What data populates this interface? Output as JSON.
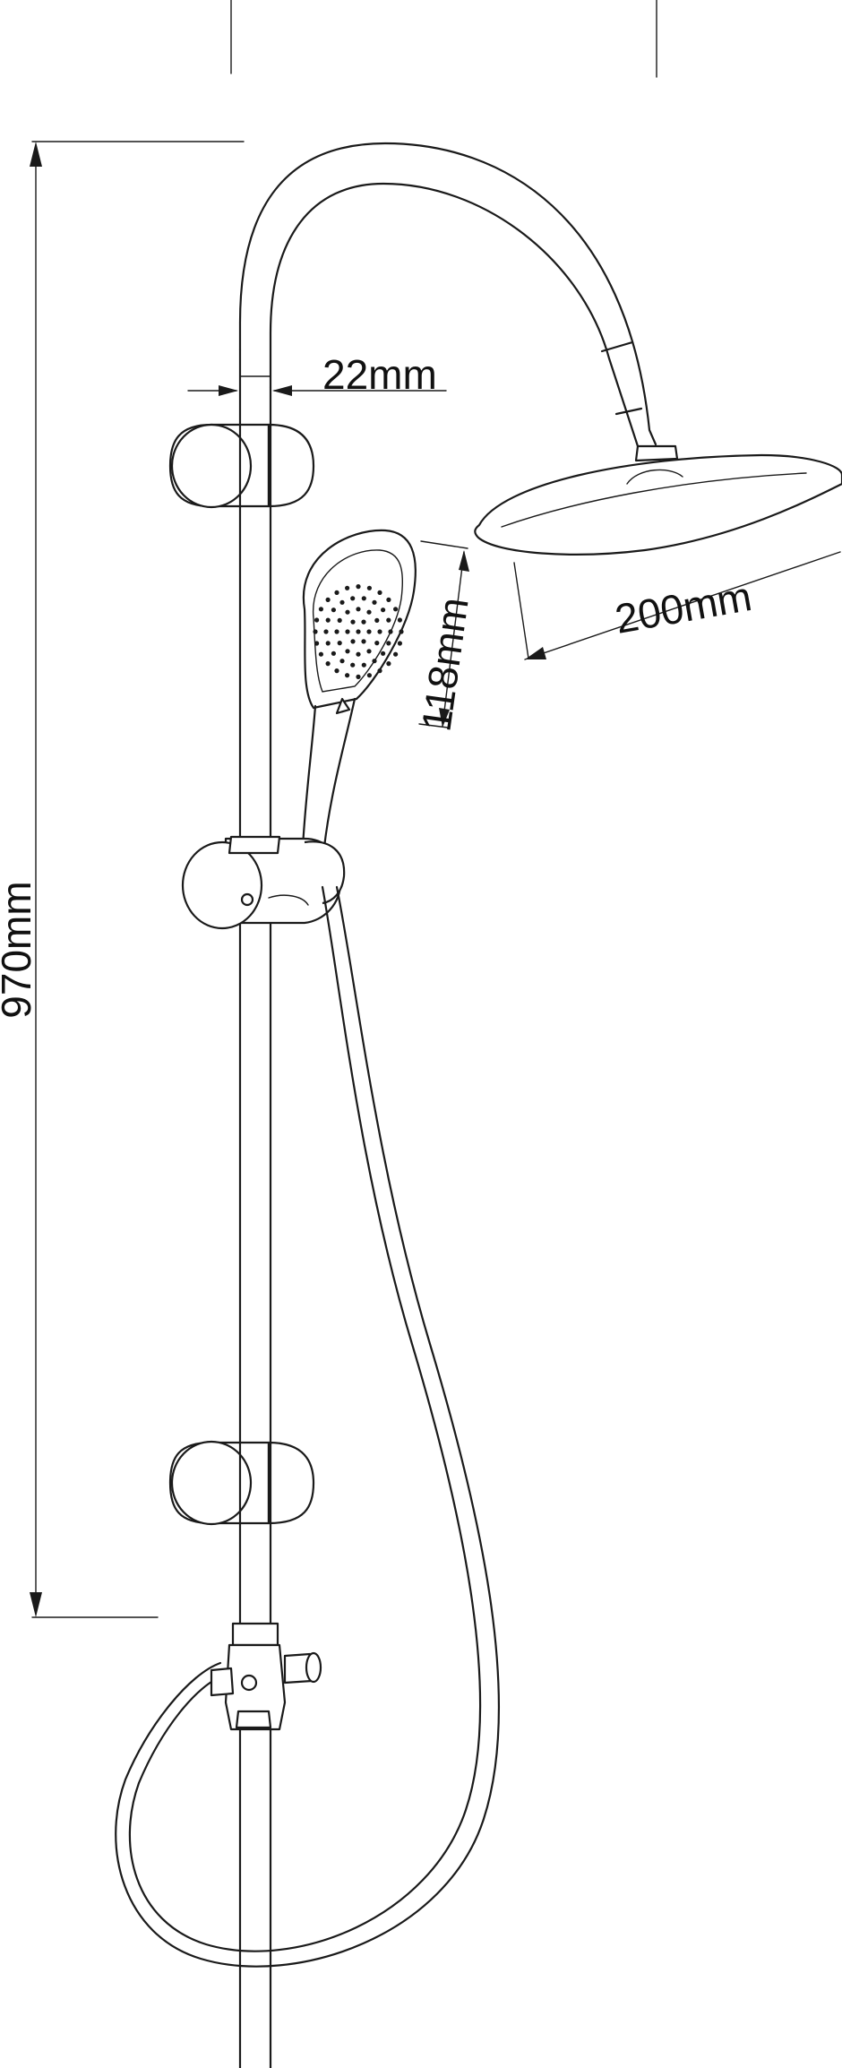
{
  "dimensions": {
    "total_height": "970mm",
    "rail_diameter": "22mm",
    "handshower_width": "118mm",
    "overhead_width": "200mm"
  },
  "colors": {
    "line": "#1a1a1a",
    "background": "#ffffff"
  }
}
